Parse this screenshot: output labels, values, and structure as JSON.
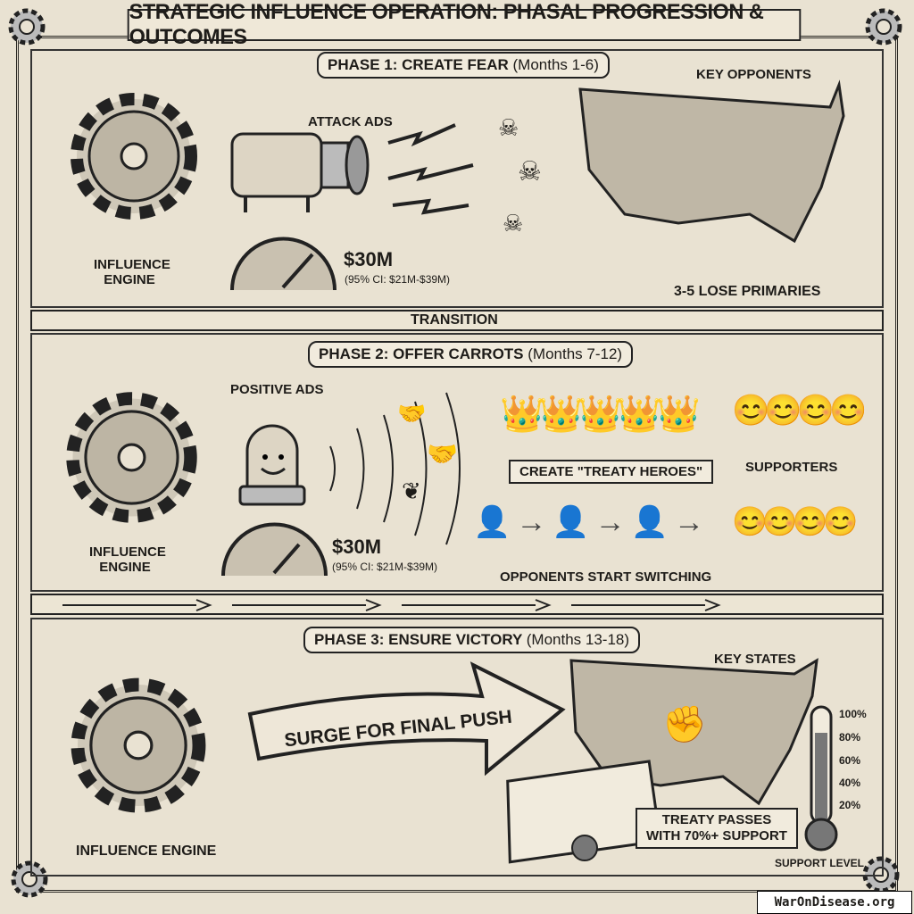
{
  "title": "STRATEGIC INFLUENCE OPERATION: PHASAL PROGRESSION & OUTCOMES",
  "phase1": {
    "heading": "PHASE 1: CREATE FEAR",
    "months": "(Months 1-6)",
    "attack_ads": "ATTACK ADS",
    "engine": "INFLUENCE ENGINE",
    "budget": "$30M",
    "ci": "(95% CI: $21M-$39M)",
    "key_opponents": "KEY OPPONENTS",
    "outcome": "3-5 LOSE PRIMARIES"
  },
  "transition": "TRANSITION",
  "phase2": {
    "heading": "PHASE 2: OFFER CARROTS",
    "months": "(Months 7-12)",
    "positive_ads": "POSITIVE ADS",
    "engine": "INFLUENCE ENGINE",
    "budget": "$30M",
    "ci": "(95% CI: $21M-$39M)",
    "heroes": "CREATE \"TREATY HEROES\"",
    "supporters": "SUPPORTERS",
    "switching": "OPPONENTS START SWITCHING"
  },
  "phase3": {
    "heading": "PHASE 3: ENSURE VICTORY",
    "months": "(Months 13-18)",
    "engine": "INFLUENCE ENGINE",
    "surge": "SURGE FOR FINAL PUSH",
    "key_states": "KEY STATES",
    "treaty_line1": "TREATY PASSES",
    "treaty_line2": "WITH 70%+ SUPPORT",
    "support_level_label": "SUPPORT LEVEL",
    "ticks": [
      "100%",
      "80%",
      "60%",
      "40%",
      "20%"
    ],
    "support_level_percent": 80
  },
  "watermark": "WarOnDisease.org"
}
